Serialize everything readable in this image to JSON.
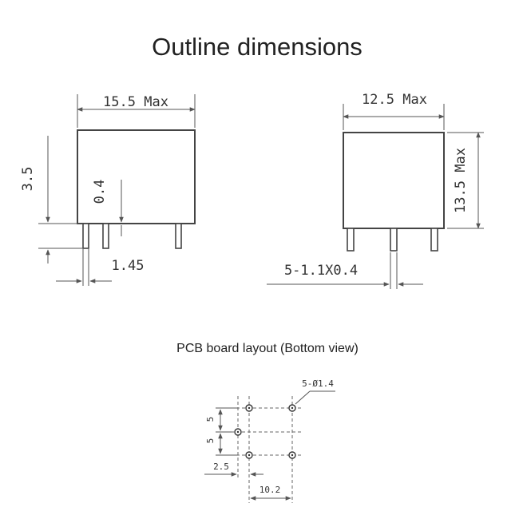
{
  "title": "Outline dimensions",
  "front_view": {
    "width_label": "15.5 Max",
    "body_to_pin_label": "3.5",
    "pin_thickness_label": "0.4",
    "pin_pitch_label": "1.45"
  },
  "side_view": {
    "width_label": "12.5 Max",
    "height_label": "13.5 Max",
    "pin_label": "5-1.1X0.4"
  },
  "pcb_layout": {
    "title": "PCB board layout (Bottom view)",
    "hole_label": "5-Ø1.4",
    "pitch_v1": "5",
    "pitch_v2": "5",
    "offset_label": "2.5",
    "spacing_label": "10.2"
  }
}
